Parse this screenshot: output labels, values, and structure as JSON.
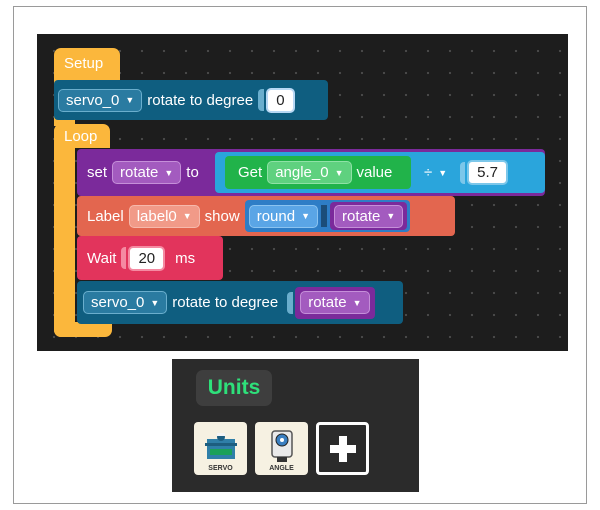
{
  "blocks": {
    "setup_label": "Setup",
    "loop_label": "Loop",
    "servo_setup": {
      "dropdown": "servo_0",
      "text": "rotate to degree",
      "value": "0"
    },
    "set_rotate": {
      "set_text": "set",
      "var": "rotate",
      "to_text": "to",
      "get_text": "Get",
      "get_var": "angle_0",
      "value_text": "value",
      "op": "÷",
      "number": "5.7"
    },
    "label_show": {
      "label_text": "Label",
      "label_var": "label0",
      "show_text": "show",
      "func": "round",
      "var": "rotate"
    },
    "wait": {
      "text": "Wait",
      "value": "20",
      "unit": "ms"
    },
    "servo_loop": {
      "dropdown": "servo_0",
      "text": "rotate to degree",
      "var": "rotate"
    }
  },
  "units": {
    "title": "Units",
    "items": [
      {
        "label": "SERVO",
        "icon": "servo-icon"
      },
      {
        "label": "ANGLE",
        "icon": "angle-icon"
      }
    ],
    "add_icon": "plus-icon"
  },
  "colors": {
    "control": "#fbb73c",
    "servo": "#0f5e80",
    "variable": "#7b2a9b",
    "math": "#2aa5dc",
    "get": "#21b34a",
    "label": "#e3664f",
    "wait": "#e2345c",
    "units_title": "#2ee07a"
  }
}
